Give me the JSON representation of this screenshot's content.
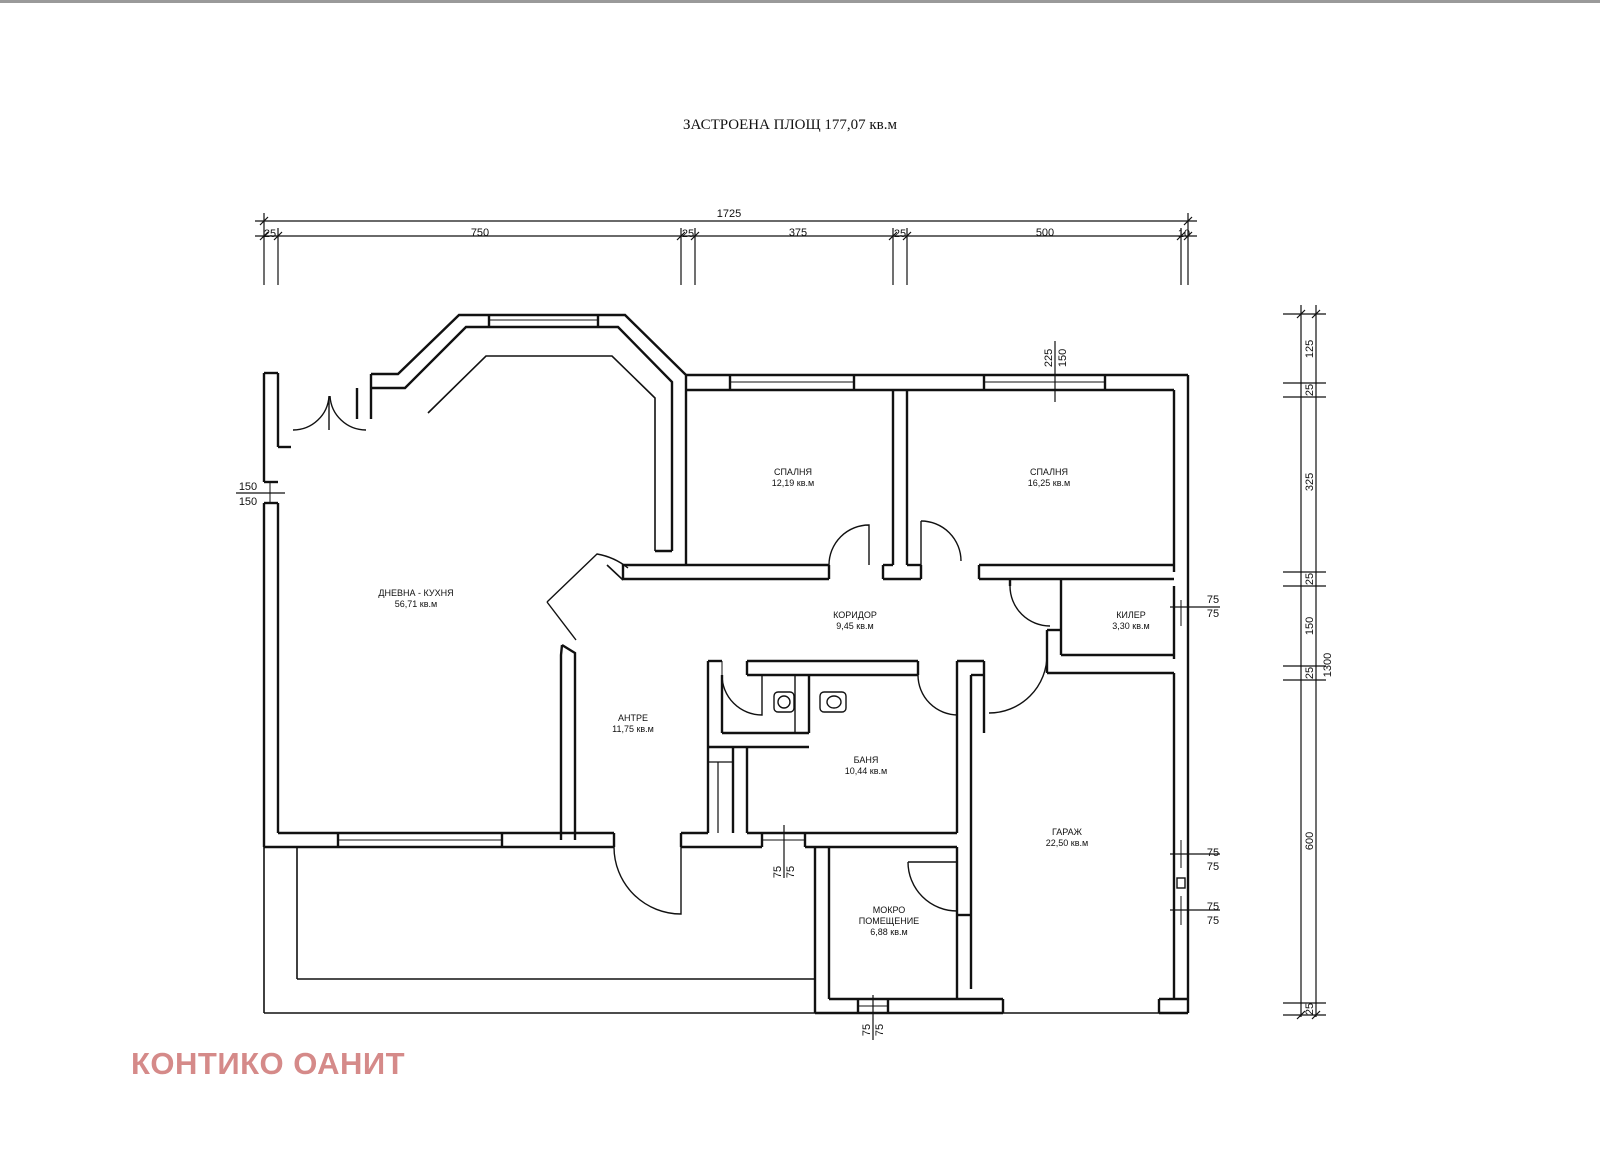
{
  "title": "ЗАСТРОЕНА ПЛОЩ   177,07 кв.м",
  "watermark": "КОНТИКО ОАНИТ",
  "rooms": {
    "living": {
      "name": "ДНЕВНА - КУХНЯ",
      "area": "56,71 кв.м"
    },
    "bedroom1": {
      "name": "СПАЛНЯ",
      "area": "12,19 кв.м"
    },
    "bedroom2": {
      "name": "СПАЛНЯ",
      "area": "16,25 кв.м"
    },
    "corridor": {
      "name": "КОРИДОР",
      "area": "9,45 кв.м"
    },
    "pantry": {
      "name": "КИЛЕР",
      "area": "3,30 кв.м"
    },
    "entrance": {
      "name": "АНТРЕ",
      "area": "11,75 кв.м"
    },
    "bathroom": {
      "name": "БАНЯ",
      "area": "10,44 кв.м"
    },
    "garage": {
      "name": "ГАРАЖ",
      "area": "22,50 кв.м"
    },
    "utility": {
      "name_line1": "МОКРО",
      "name_line2": "ПОМЕЩЕНИЕ",
      "area": "6,88 кв.м"
    }
  },
  "dimensions": {
    "top_total": "1725",
    "top_segments": [
      "25",
      "750",
      "25",
      "375",
      "25",
      "500",
      "10"
    ],
    "right_total": "1300",
    "right_segments": [
      "125",
      "25",
      "325",
      "25",
      "150",
      "25",
      "600",
      "25"
    ],
    "window_bedroom2": [
      "225",
      "150"
    ],
    "window_living": [
      "150",
      "150"
    ],
    "window_pantry": [
      "75",
      "75"
    ],
    "window_garage1": [
      "75",
      "75"
    ],
    "window_garage2": [
      "75",
      "75"
    ],
    "window_bath": [
      "75",
      "75"
    ],
    "window_utility": [
      "75",
      "75"
    ]
  }
}
